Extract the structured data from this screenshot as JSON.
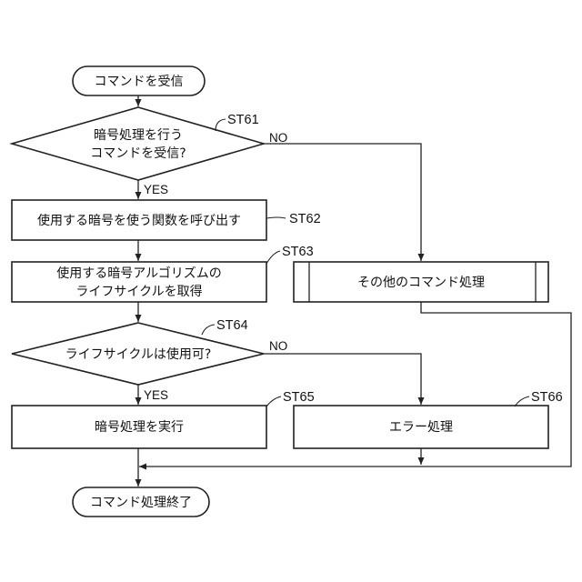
{
  "terminals": {
    "start": "コマンドを受信",
    "end": "コマンド処理終了"
  },
  "decisions": {
    "st61": {
      "line1": "暗号処理を行う",
      "line2": "コマンドを受信?"
    },
    "st64": {
      "line1": "ライフサイクルは使用可?"
    }
  },
  "processes": {
    "st62": {
      "line1": "使用する暗号を使う関数を呼び出す"
    },
    "st63": {
      "line1": "使用する暗号アルゴリズムの",
      "line2": "ライフサイクルを取得"
    },
    "st65": {
      "line1": "暗号処理を実行"
    },
    "st66": {
      "line1": "エラー処理"
    },
    "other": {
      "line1": "その他のコマンド処理"
    }
  },
  "branch_labels": {
    "yes": "YES",
    "no": "NO"
  },
  "step_ids": {
    "st61": "ST61",
    "st62": "ST62",
    "st63": "ST63",
    "st64": "ST64",
    "st65": "ST65",
    "st66": "ST66"
  }
}
